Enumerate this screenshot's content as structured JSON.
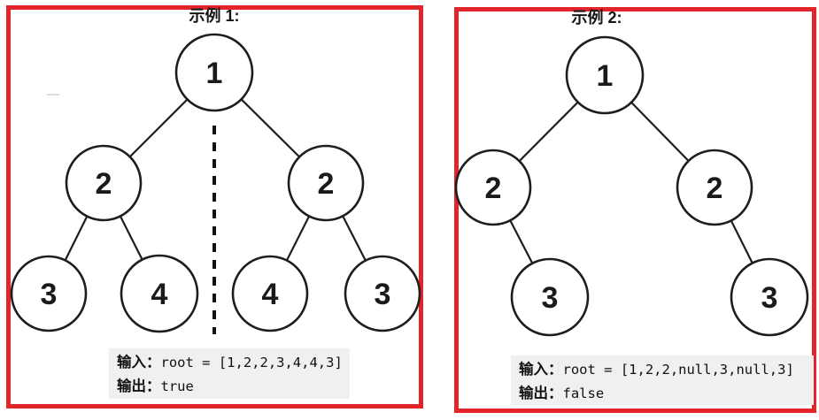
{
  "colors": {
    "frame_red": "#e2242b",
    "io_background": "#f0f0f0",
    "line_black": "#1d1d1d"
  },
  "examples": [
    {
      "title": "示例 1:",
      "nodes": [
        "1",
        "2",
        "2",
        "3",
        "4",
        "4",
        "3"
      ],
      "input_label": "输入：",
      "input_value": "root = [1,2,2,3,4,4,3]",
      "output_label": "输出：",
      "output_value": "true"
    },
    {
      "title": "示例 2:",
      "nodes": [
        "1",
        "2",
        "2",
        "3",
        "3"
      ],
      "input_label": "输入：",
      "input_value": "root = [1,2,2,null,3,null,3]",
      "output_label": "输出：",
      "output_value": "false"
    }
  ]
}
